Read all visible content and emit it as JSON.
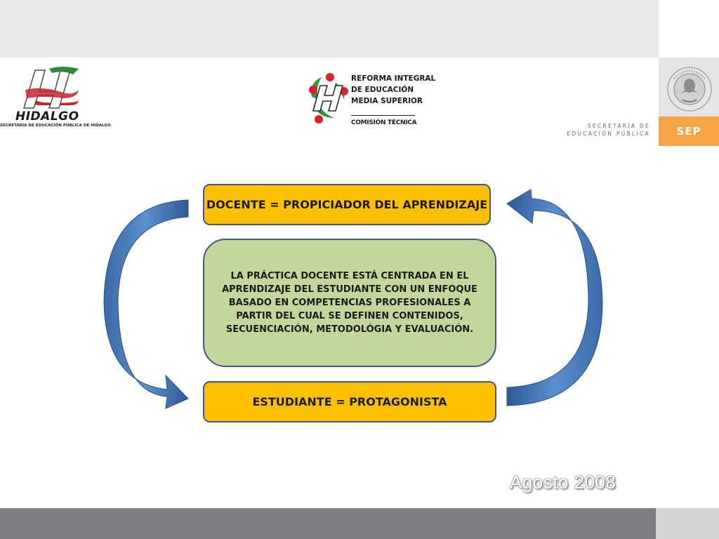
{
  "header": {
    "hidalgo_logo": {
      "wordmark": "HIDALGO",
      "subtitle": "SECRETARÍA DE EDUCACIÓN PÚBLICA DE HIDALGO"
    },
    "riems_logo": {
      "lines": [
        "REFORMA INTEGRAL",
        "DE EDUCACIÓN",
        "MEDIA SUPERIOR"
      ],
      "commission": "COMISIÓN TÉCNICA"
    },
    "sep": {
      "secretaria_line1": "SECRETARÍA DE",
      "secretaria_line2": "EDUCACIÓN PÚBLICA",
      "badge": "SEP",
      "badge_color": "#f7a444"
    }
  },
  "diagram": {
    "top_box": "DOCENTE = PROPICIADOR DEL APRENDIZAJE",
    "center_box": "LA PRÁCTICA DOCENTE ESTÁ CENTRADA EN EL APRENDIZAJE DEL ESTUDIANTE CON  UN ENFOQUE BASADO EN COMPETENCIAS PROFESIONALES  A PARTIR  DEL CUAL SE DEFINEN CONTENIDOS, SECUENCIACIÓN, METODOLÓGIA Y EVALUACIÓN.",
    "bottom_box": "ESTUDIANTE = PROTAGONISTA",
    "colors": {
      "box_fill": "#ffc000",
      "center_fill": "#c3d69b",
      "arrow": "#4f81bd",
      "border": "#3f5a7d"
    }
  },
  "footer": {
    "date": "Agosto  2008"
  }
}
